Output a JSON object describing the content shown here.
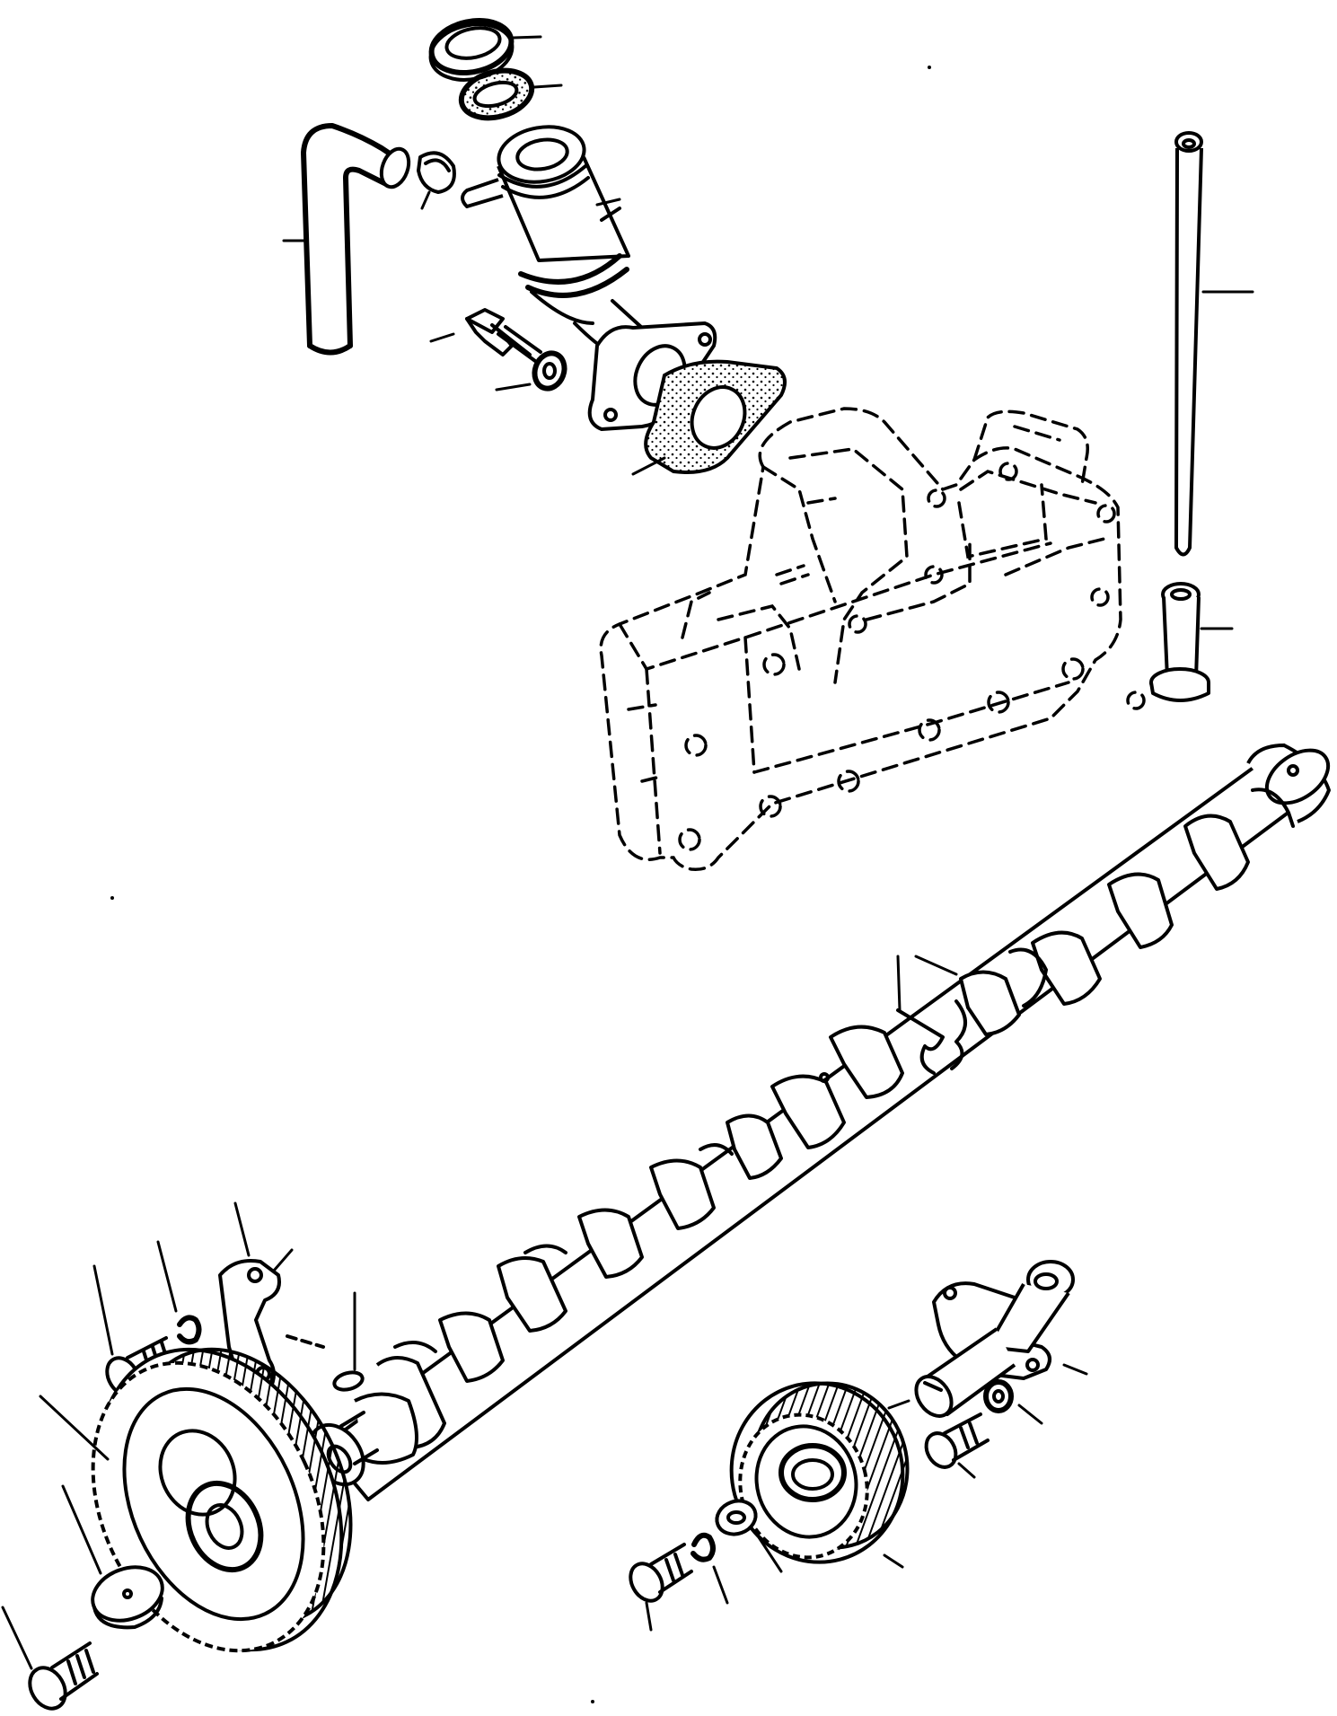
{
  "diagram": {
    "type": "exploded-parts-view",
    "labels_printed": false,
    "colors": {
      "ink": "#000000",
      "background": "#ffffff"
    },
    "parts": [
      "cap-ring",
      "seal-ring",
      "breather-hose",
      "hose-clamp",
      "breather-tube",
      "flange-bolt",
      "flange-washer",
      "flange-gasket",
      "rocker-cover-housing",
      "push-rod",
      "tappet",
      "camshaft",
      "thrust-plate",
      "thrust-plate-bolt",
      "thrust-plate-washer",
      "woodruff-key",
      "cam-gear",
      "cam-gear-washer",
      "cam-gear-bolt",
      "idler-shaft",
      "idler-gear",
      "idler-washer",
      "idler-lock-washer",
      "idler-bolt",
      "shaft-bolt",
      "shaft-lock-washer"
    ]
  }
}
